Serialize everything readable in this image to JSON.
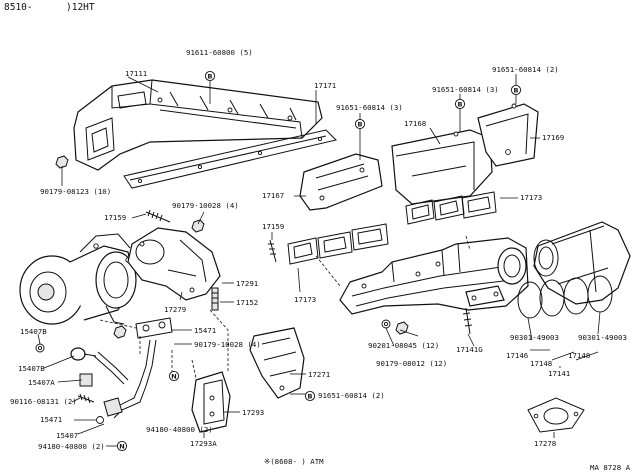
{
  "header": {
    "left": "8510-",
    "right": ")12HT"
  },
  "footer": {
    "note": "※(8608-      ) ATM",
    "code": "MA  8728 A"
  },
  "symbols": {
    "bolt_b": "B",
    "nut_n": "N"
  },
  "parts": [
    {
      "id": "p1",
      "text": "17111"
    },
    {
      "id": "p2",
      "text": "91611-60800 (5)"
    },
    {
      "id": "p3",
      "text": "17171"
    },
    {
      "id": "p4",
      "text": "91651-60814 (3)"
    },
    {
      "id": "p5",
      "text": "91651-60814 (3)"
    },
    {
      "id": "p6",
      "text": "91651-60814 (2)"
    },
    {
      "id": "p7",
      "text": "17168"
    },
    {
      "id": "p8",
      "text": "17169"
    },
    {
      "id": "p9",
      "text": "90179-08123 (10)"
    },
    {
      "id": "p10",
      "text": "17167"
    },
    {
      "id": "p11",
      "text": "17173"
    },
    {
      "id": "p12",
      "text": "90179-10028 (4)"
    },
    {
      "id": "p13",
      "text": "17159"
    },
    {
      "id": "p14",
      "text": "17159"
    },
    {
      "id": "p15",
      "text": "17291"
    },
    {
      "id": "p16",
      "text": "17279"
    },
    {
      "id": "p17",
      "text": "17152"
    },
    {
      "id": "p18",
      "text": "17173"
    },
    {
      "id": "p19",
      "text": "15407B"
    },
    {
      "id": "p20",
      "text": "15471"
    },
    {
      "id": "p21",
      "text": "90179-10028 (4)"
    },
    {
      "id": "p22",
      "text": "15407B"
    },
    {
      "id": "p23",
      "text": "15407A"
    },
    {
      "id": "p24",
      "text": "90201-08045 (12)"
    },
    {
      "id": "p25",
      "text": "90179-08012 (12)"
    },
    {
      "id": "p26",
      "text": "17141G"
    },
    {
      "id": "p27",
      "text": "90301-49003"
    },
    {
      "id": "p28",
      "text": "90301-49003"
    },
    {
      "id": "p29",
      "text": "17146"
    },
    {
      "id": "p30",
      "text": "17148"
    },
    {
      "id": "p31",
      "text": "17148"
    },
    {
      "id": "p32",
      "text": "17141"
    },
    {
      "id": "p33",
      "text": "17271"
    },
    {
      "id": "p34",
      "text": "90116-08131 (2)"
    },
    {
      "id": "p35",
      "text": "91651-60814 (2)"
    },
    {
      "id": "p36",
      "text": "15471"
    },
    {
      "id": "p37",
      "text": "15407"
    },
    {
      "id": "p38",
      "text": "94180-40800 (2)"
    },
    {
      "id": "p39",
      "text": "17293"
    },
    {
      "id": "p40",
      "text": "94180-40800 (2)"
    },
    {
      "id": "p41",
      "text": "17293A"
    },
    {
      "id": "p42",
      "text": "17278"
    }
  ]
}
